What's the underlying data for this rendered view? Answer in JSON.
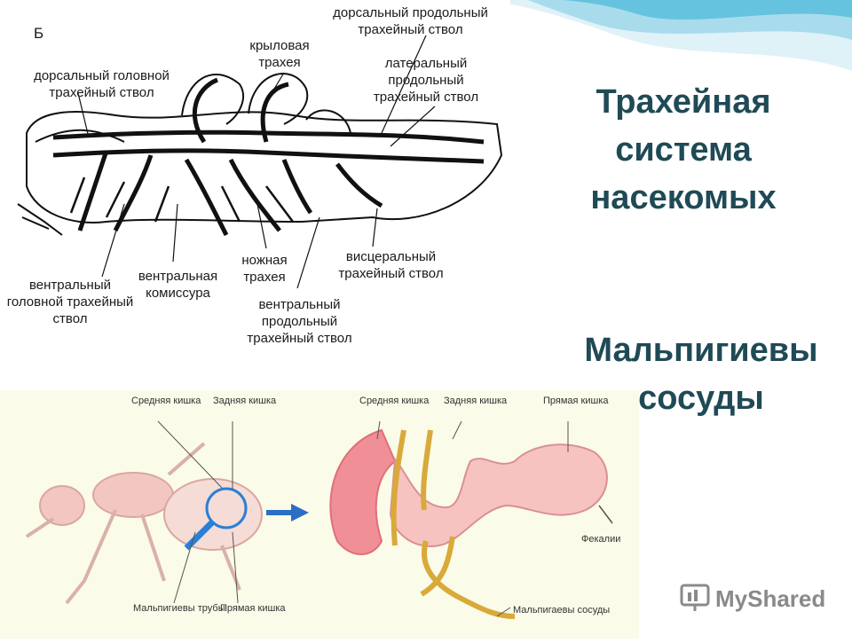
{
  "slide": {
    "title": "Трахейная система насекомых",
    "subtitle": "Мальпигиевы сосуды"
  },
  "top_diagram": {
    "panel_letter": "Б",
    "labels": {
      "dorsal_long": "дорсальный продольный трахейный ствол",
      "dorsal_head": "дорсальный головной трахейный ствол",
      "wing": "крыловая трахея",
      "lateral": "латеральный продольный трахейный ствол",
      "ventral_head": "вентральный головной трахейный ствол",
      "ventral_comm": "вентральная комиссура",
      "leg": "ножная трахея",
      "visceral": "висцеральный трахейный ствол",
      "ventral_long": "вентральный продольный трахейный ствол"
    }
  },
  "bottom_diagram": {
    "labels": {
      "mid_gut_left": "Средняя кишка",
      "hind_gut_left": "Задняя кишка",
      "malp_tubes": "Мальпигиевы трубы",
      "rectum_left": "Прямая кишка",
      "mid_gut_right": "Средняя кишка",
      "hind_gut_right": "Задняя кишка",
      "rectum_right": "Прямая кишка",
      "feces": "Фекалии",
      "malp_vessels": "Мальпигаевы сосуды"
    }
  },
  "watermark": {
    "text": "MyShared"
  }
}
